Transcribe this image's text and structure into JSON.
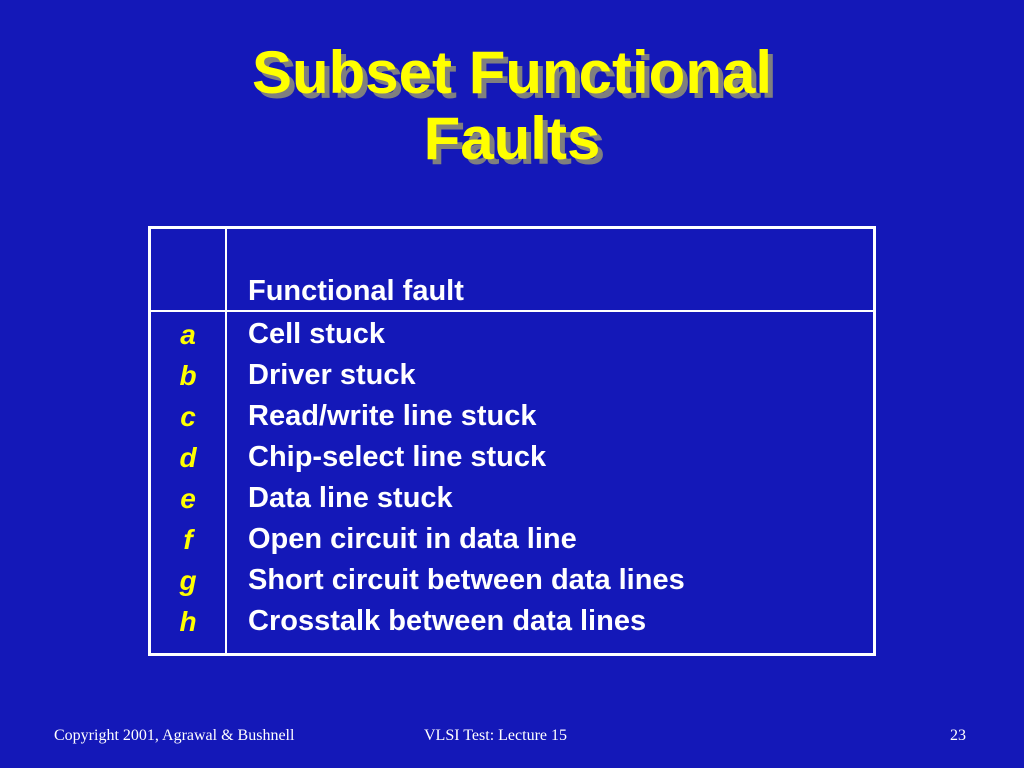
{
  "slide": {
    "title_line1": "Subset Functional",
    "title_line2": "Faults",
    "table": {
      "header": "Functional fault",
      "rows": [
        {
          "letter": "a",
          "fault": "Cell stuck"
        },
        {
          "letter": "b",
          "fault": "Driver stuck"
        },
        {
          "letter": "c",
          "fault": "Read/write line stuck"
        },
        {
          "letter": "d",
          "fault": "Chip-select line stuck"
        },
        {
          "letter": "e",
          "fault": "Data line stuck"
        },
        {
          "letter": "f",
          "fault": "Open circuit in data line"
        },
        {
          "letter": "g",
          "fault": "Short circuit between data lines"
        },
        {
          "letter": "h",
          "fault": "Crosstalk between data lines"
        }
      ]
    },
    "footer": {
      "copyright": "Copyright 2001, Agrawal & Bushnell",
      "course": "VLSI Test: Lecture 15",
      "page_number": "23"
    },
    "colors": {
      "background": "#1418b8",
      "title": "#ffff00",
      "title_shadow": "#7f7f7f",
      "letters": "#ffff00",
      "text": "#ffffff"
    }
  }
}
